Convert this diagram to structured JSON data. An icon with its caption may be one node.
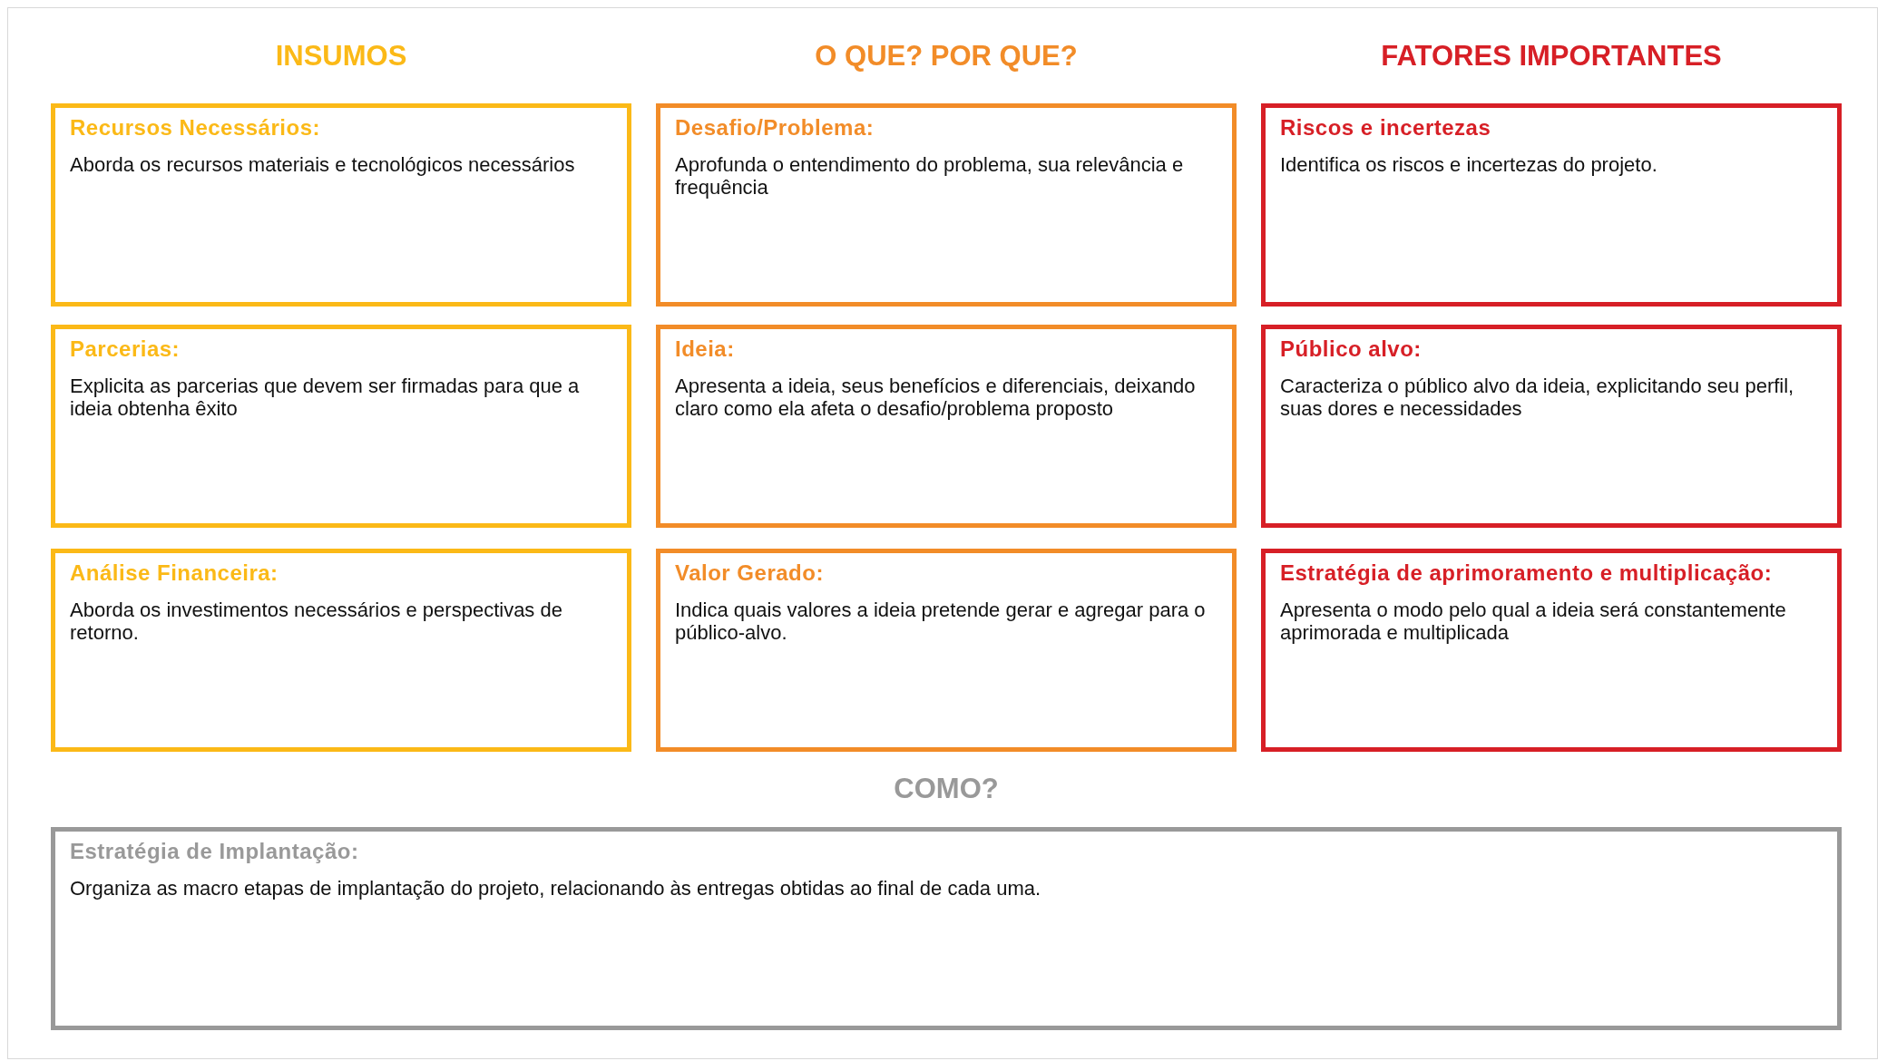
{
  "diagram": {
    "nodes": [
      {
        "text": [
          "Recursos Necessários:",
          "Aborda os recursos materiais e tecnológicos necessários"
        ]
      },
      {
        "text": [
          "Desafio/Problema:",
          "Aprofunda o entendimento do problema, sua relevância e frequência"
        ]
      },
      {
        "text": [
          "Riscos e incertezas",
          "Identifica os riscos e incertezas do projeto."
        ]
      },
      {
        "text": [
          "Parcerias:",
          "Explicita as parcerias que devem ser firmadas para que a ideia obtenha êxito"
        ]
      },
      {
        "text": [
          "Ideia:",
          "Apresenta a ideia, seus benefícios e diferenciais, deixando claro como ela afeta o desafio/problema proposto"
        ]
      },
      {
        "text": [
          "Público alvo:",
          "Caracteriza o público alvo da ideia, explicitando seu perfil, suas dores e necessidades"
        ]
      },
      {
        "text": [
          "Análise Financeira:",
          "Aborda os investimentos necessários e perspectivas de retorno."
        ]
      },
      {
        "text": [
          "Valor Gerado:",
          "Indica quais valores a ideia pretende gerar e agregar para o público-alvo."
        ]
      },
      {
        "text": [
          "Estratégia de aprimoramento e multiplicação:",
          "Apresenta o modo pelo qual a ideia será constantemente aprimorada e multiplicada"
        ]
      },
      {
        "text": [
          "Estratégia de Implantação:",
          "Organiza as macro etapas de implantação do projeto, relacionando às entregas obtidas ao final de cada uma."
        ]
      }
    ],
    "labels": [
      "INSUMOS",
      "O QUE? POR QUE?",
      "FATORES IMPORTANTES",
      "COMO?"
    ]
  }
}
